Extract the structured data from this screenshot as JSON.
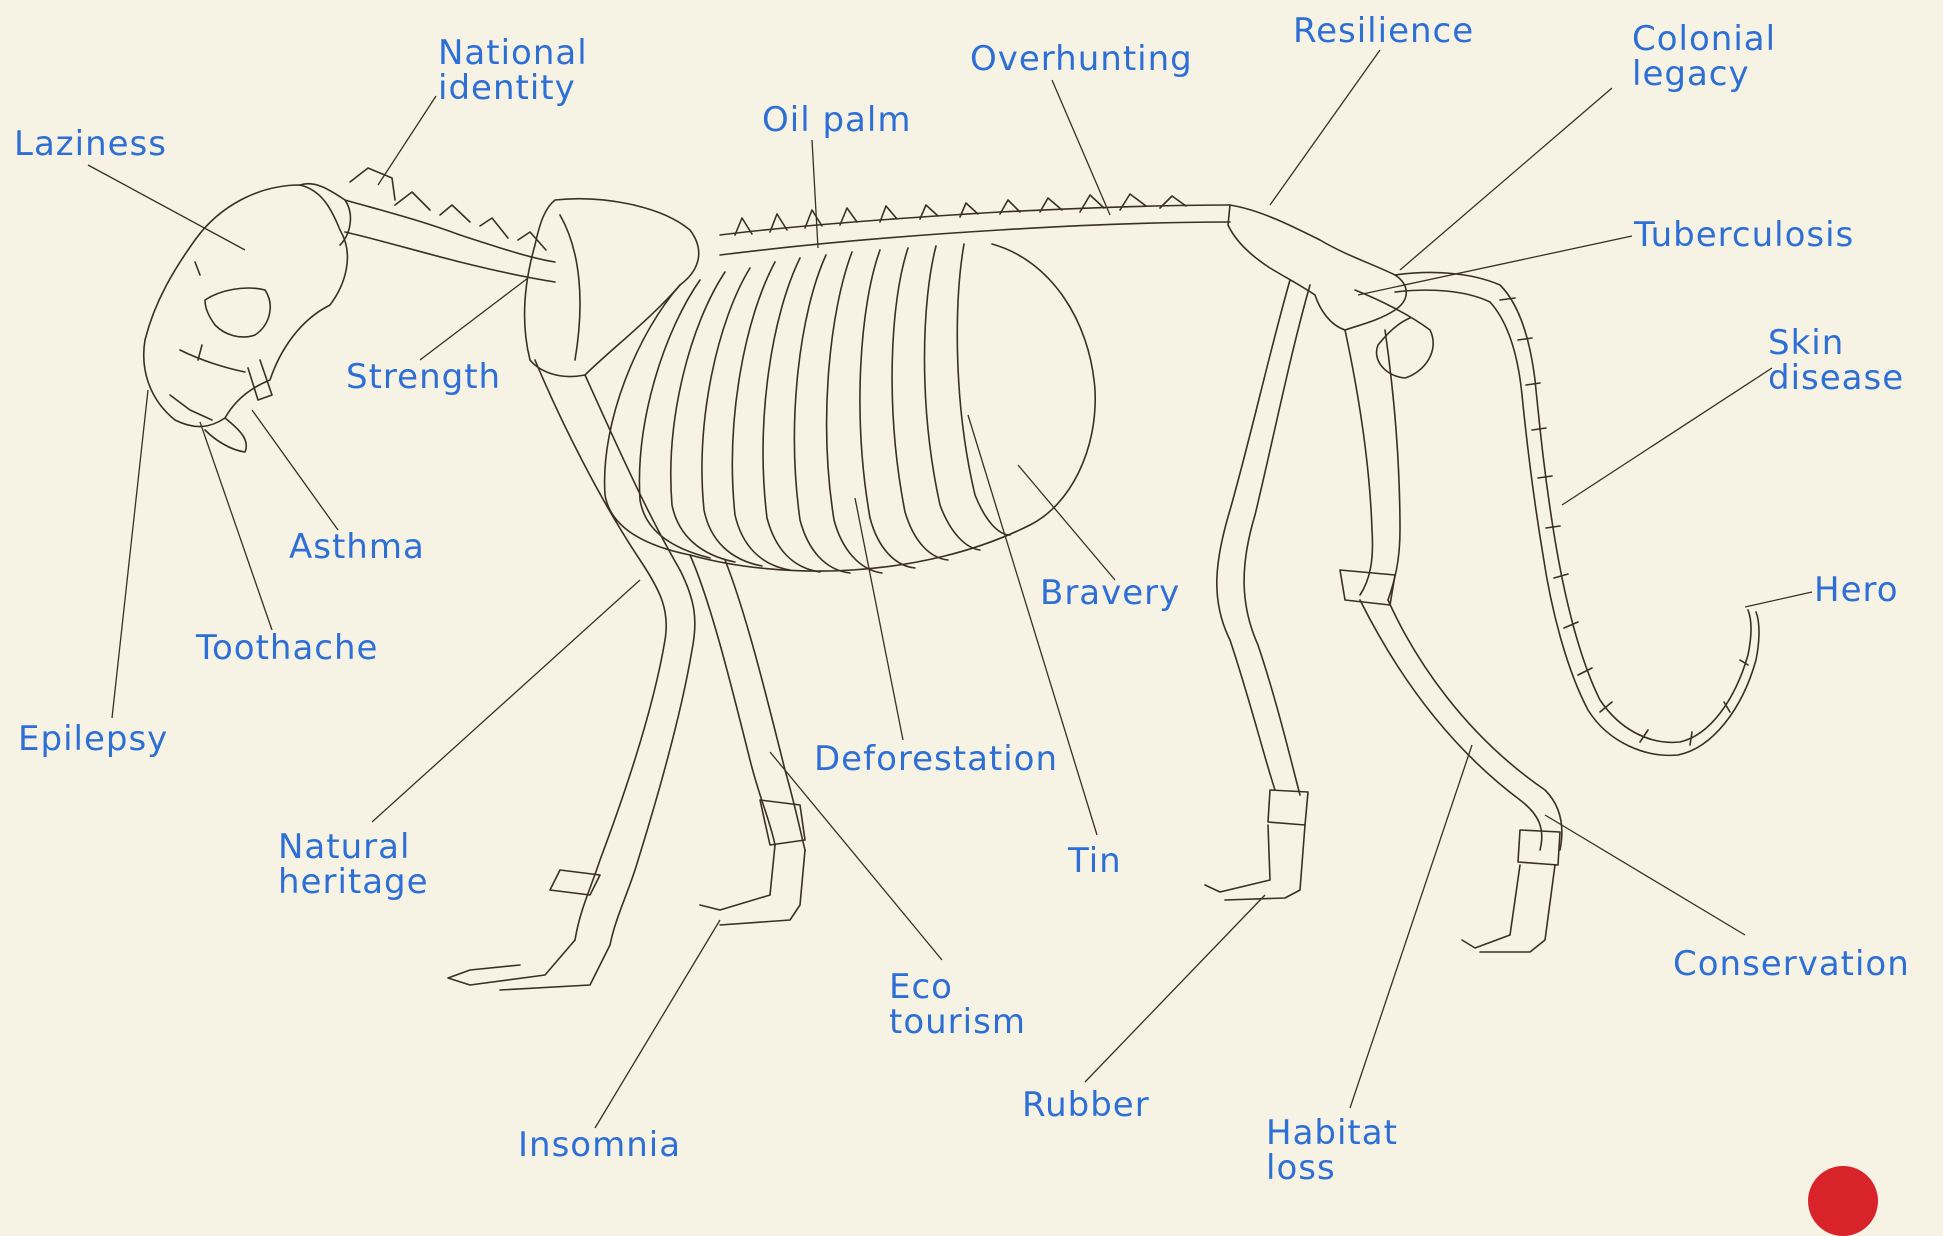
{
  "colors": {
    "background": "#f6f3e4",
    "label": "#2e6fd6",
    "line": "#3a2e26",
    "badge": "#d9232b"
  },
  "labels": {
    "national_identity": "National identity",
    "laziness": "Laziness",
    "oil_palm": "Oil palm",
    "overhunting": "Overhunting",
    "resilience": "Resilience",
    "colonial_legacy": "Colonial legacy",
    "tuberculosis": "Tuberculosis",
    "skin_disease": "Skin disease",
    "hero": "Hero",
    "strength": "Strength",
    "asthma": "Asthma",
    "toothache": "Toothache",
    "epilepsy": "Epilepsy",
    "bravery": "Bravery",
    "deforestation": "Deforestation",
    "natural_heritage": "Natural heritage",
    "tin": "Tin",
    "eco_tourism": "Eco tourism",
    "conservation": "Conservation",
    "rubber": "Rubber",
    "habitat_loss": "Habitat loss",
    "insomnia": "Insomnia"
  }
}
